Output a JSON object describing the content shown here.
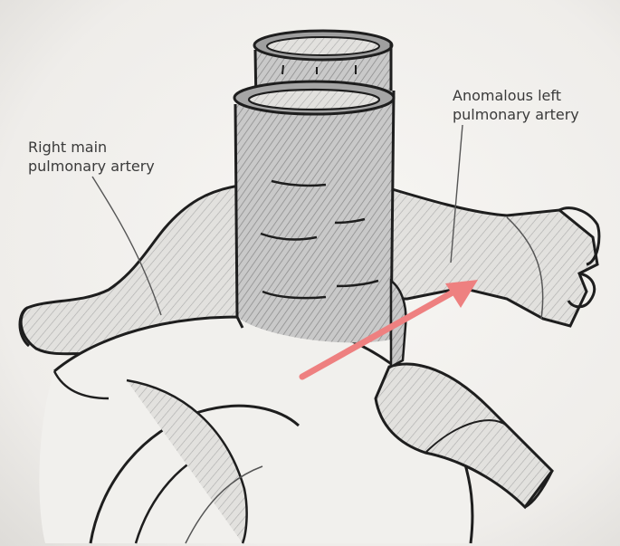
{
  "labels": {
    "right_main_pa": [
      "Right main",
      "pulmonary artery"
    ],
    "anomalous_left_pa": [
      "Anomalous left",
      "pulmonary artery"
    ]
  },
  "colors": {
    "paper": "#f4f3f0",
    "ink": "#1e1e1e",
    "pencil_shading": "#9a9a9a",
    "arrow": "#ee8080"
  }
}
